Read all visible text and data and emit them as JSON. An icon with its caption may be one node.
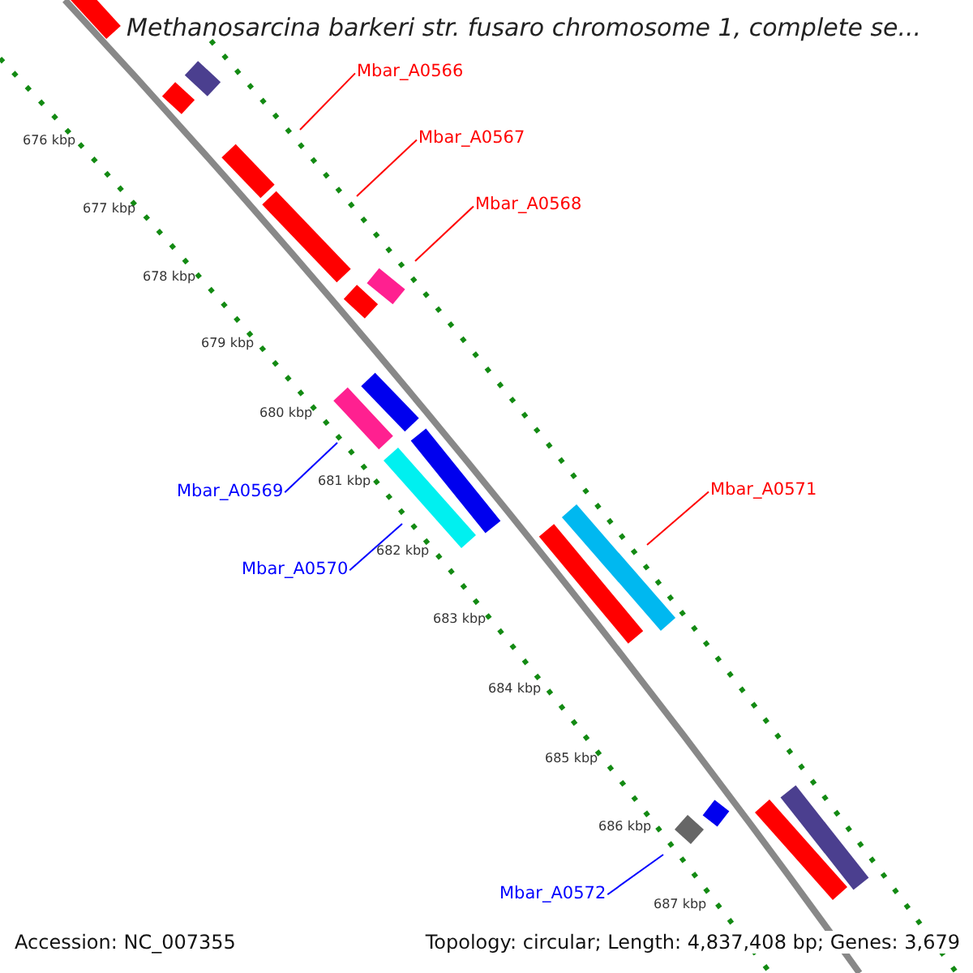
{
  "diagram": {
    "title": "Methanosarcina barkeri str. fusaro chromosome 1, complete se...",
    "nodes": [
      {
        "text": [
          "Mbar_A0566"
        ]
      },
      {
        "text": [
          "Mbar_A0567"
        ]
      },
      {
        "text": [
          "Mbar_A0568"
        ]
      },
      {
        "text": [
          "Mbar_A0569"
        ]
      },
      {
        "text": [
          "Mbar_A0570"
        ]
      },
      {
        "text": [
          "Mbar_A0571"
        ]
      },
      {
        "text": [
          "Mbar_A0572"
        ]
      }
    ],
    "edges": [
      {
        "from": 0,
        "to": null,
        "arrow": "none"
      },
      {
        "from": 1,
        "to": null,
        "arrow": "none"
      },
      {
        "from": 2,
        "to": null,
        "arrow": "none"
      },
      {
        "from": 3,
        "to": null,
        "arrow": "none",
        "color": "#0000ff"
      },
      {
        "from": 4,
        "to": null,
        "arrow": "none",
        "color": "#0000ff"
      },
      {
        "from": 5,
        "to": null,
        "arrow": "none"
      },
      {
        "from": 6,
        "to": null,
        "arrow": "none",
        "color": "#0000ff"
      }
    ],
    "labels": [
      "676 kbp",
      "677 kbp",
      "678 kbp",
      "679 kbp",
      "680 kbp",
      "681 kbp",
      "682 kbp",
      "683 kbp",
      "684 kbp",
      "685 kbp",
      "686 kbp",
      "687 kbp",
      "Accession: NC_007355",
      "Topology: circular; Length: 4,837,408 bp; Genes: 3,679"
    ]
  }
}
